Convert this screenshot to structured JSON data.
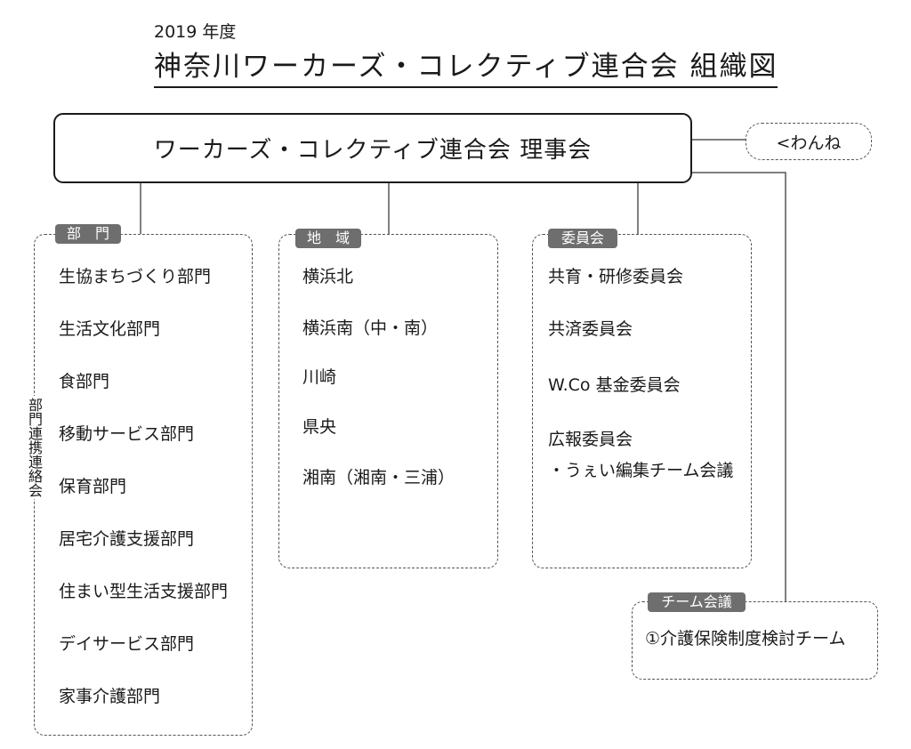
{
  "header": {
    "year": "2019 年度",
    "title": "神奈川ワーカーズ・コレクティブ連合会 組織図"
  },
  "board": {
    "label": "ワーカーズ・コレクティブ連合会 理事会"
  },
  "external": {
    "label": "<わんね"
  },
  "departments": {
    "tag": "部　門",
    "side_label": "部門連携連絡会",
    "items": [
      "生協まちづくり部門",
      "生活文化部門",
      "食部門",
      "移動サービス部門",
      "保育部門",
      "居宅介護支援部門",
      "住まい型生活支援部門",
      "デイサービス部門",
      "家事介護部門"
    ]
  },
  "areas": {
    "tag": "地　域",
    "items": [
      "横浜北",
      "横浜南（中・南）",
      "川崎",
      "県央",
      "湘南（湘南・三浦）"
    ]
  },
  "committees": {
    "tag": "委員会",
    "items": [
      "共育・研修委員会",
      "共済委員会",
      "W.Co 基金委員会",
      "広報委員会",
      "・うぇい編集チーム会議"
    ]
  },
  "team": {
    "tag": "チーム会議",
    "items": [
      "①介護保険制度検討チーム"
    ]
  },
  "colors": {
    "line": "#555555",
    "tag_bg": "#6e6e6e",
    "text": "#1a1a1a"
  }
}
